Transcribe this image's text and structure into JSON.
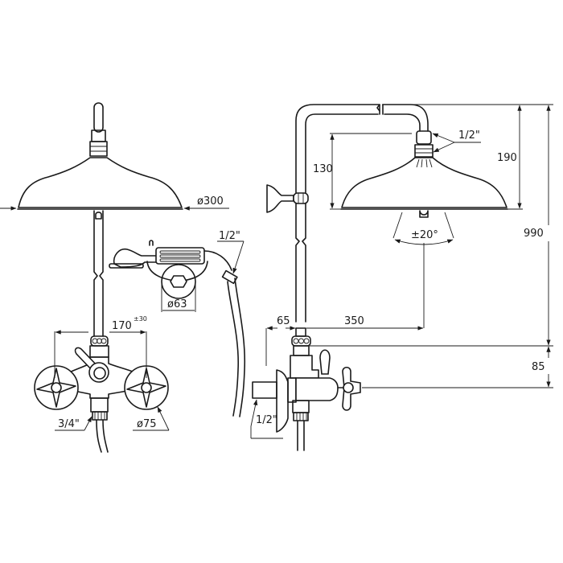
{
  "left_view": {
    "shower_head_diameter": "ø300",
    "hand_shower_thread": "1/2\"",
    "wall_bracket_diameter": "ø63",
    "handle_spacing": "170",
    "handle_spacing_tolerance": "±30",
    "outlet_thread": "3/4\"",
    "handle_diameter": "ø75"
  },
  "right_view": {
    "head_thread": "1/2\"",
    "head_height": "130",
    "arm_height": "190",
    "total_height": "990",
    "tilt_angle": "±20°",
    "wall_offset": "65",
    "arm_reach": "350",
    "mixer_height": "85",
    "inlet_thread": "1/2\""
  }
}
